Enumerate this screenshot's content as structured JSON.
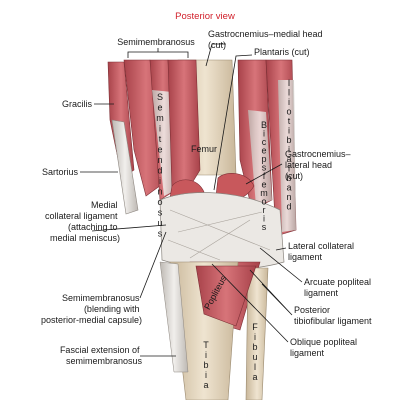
{
  "title": "Posterior view",
  "labels": {
    "semimembranosus_top": "Semimembranosus",
    "gastroc_medial": [
      "Gastrocnemius–medial head",
      "(cut)"
    ],
    "plantaris": "Plantaris (cut)",
    "gracilis": "Gracilis",
    "sartorius": "Sartorius",
    "femur": "Femur",
    "gastroc_lateral": [
      "Gastrocnemius–",
      "lateral head",
      "(cut)"
    ],
    "medial_collateral": [
      "Medial",
      "collateral ligament",
      "(attaching to",
      "medial meniscus)"
    ],
    "lateral_collateral": [
      "Lateral collateral",
      "ligament"
    ],
    "arcuate": [
      "Arcuate popliteal",
      "ligament"
    ],
    "semimembranosus_blend": [
      "Semimembranosus",
      "(blending with",
      "posterior-medial capsule)"
    ],
    "posterior_tibiofibular": [
      "Posterior",
      "tibiofibular ligament"
    ],
    "fascial_extension": [
      "Fascial extension of",
      "semimembranosus"
    ],
    "oblique_popliteal": [
      "Oblique popliteal",
      "ligament"
    ]
  },
  "vertical_labels": {
    "semitendinosus": "Semitendinosus",
    "biceps_femoris": "Biceps femoris",
    "iliotibial_band": "Iliotibial band",
    "popliteus": "Popliteus",
    "tibia": "Tibia",
    "fibula": "Fibula"
  },
  "colors": {
    "title": "#d11f2a",
    "muscle": "#c8585c",
    "muscle_dark": "#9e3a40",
    "tendon": "#d9d6d2",
    "bone": "#e8dcc8",
    "bone_shadow": "#bfae94",
    "ligament": "#e6e4e2"
  }
}
